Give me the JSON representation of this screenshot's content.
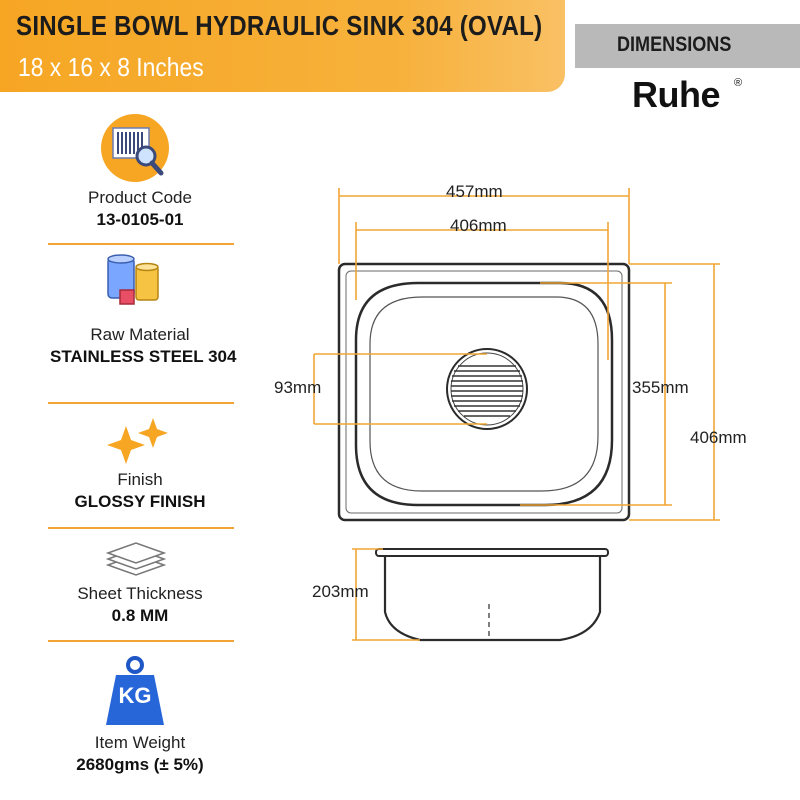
{
  "header": {
    "title": "SINGLE BOWL HYDRAULIC SINK 304 (OVAL)",
    "subtitle": "18 x 16 x 8 Inches",
    "section_label": "DIMENSIONS",
    "brand": "Ruhe",
    "brand_mark": "®"
  },
  "specs": [
    {
      "label": "Product Code",
      "value": "13-0105-01",
      "icon": "barcode-magnifier-icon"
    },
    {
      "label": "Raw Material",
      "value": "STAINLESS STEEL 304",
      "icon": "material-drums-icon"
    },
    {
      "label": "Finish",
      "value": "GLOSSY FINISH",
      "icon": "sparkle-icon"
    },
    {
      "label": "Sheet Thickness",
      "value": "0.8 MM",
      "icon": "stacked-sheets-icon"
    },
    {
      "label": "Item Weight",
      "value": "2680gms (± 5%)",
      "icon": "kg-weight-icon",
      "icon_text": "KG"
    }
  ],
  "dimensions": {
    "outer_width": "457mm",
    "bowl_width": "406mm",
    "drain_diameter": "93mm",
    "bowl_length": "355mm",
    "outer_length": "406mm",
    "depth": "203mm"
  },
  "colors": {
    "accent": "#f6a623",
    "dimension_line": "#f2a534",
    "tab_gray": "#b9b9b9"
  }
}
